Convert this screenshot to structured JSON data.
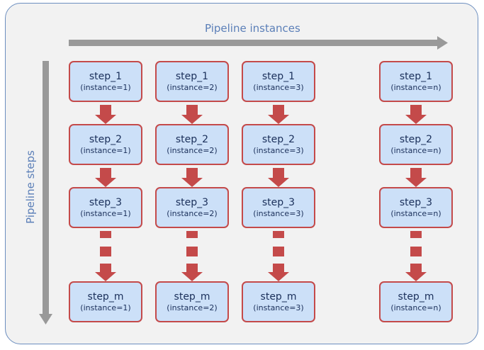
{
  "axes": {
    "x_label": "Pipeline instances",
    "y_label": "Pipeline steps"
  },
  "colors": {
    "frame_fill": "#f2f2f2",
    "frame_border": "#6c8ebf",
    "box_fill": "#cce0f8",
    "box_border": "#c44a4a",
    "arrow": "#c44a4a",
    "axis_arrow": "#999999",
    "axis_text": "#5b7fb8"
  },
  "columns": [
    {
      "steps": [
        {
          "name": "step_1",
          "instance": "(instance=1)"
        },
        {
          "name": "step_2",
          "instance": "(instance=1)"
        },
        {
          "name": "step_3",
          "instance": "(instance=1)"
        },
        {
          "name": "step_m",
          "instance": "(instance=1)"
        }
      ]
    },
    {
      "steps": [
        {
          "name": "step_1",
          "instance": "(instance=2)"
        },
        {
          "name": "step_2",
          "instance": "(instance=2)"
        },
        {
          "name": "step_3",
          "instance": "(instance=2)"
        },
        {
          "name": "step_m",
          "instance": "(instance=2)"
        }
      ]
    },
    {
      "steps": [
        {
          "name": "step_1",
          "instance": "(instance=3)"
        },
        {
          "name": "step_2",
          "instance": "(instance=3)"
        },
        {
          "name": "step_3",
          "instance": "(instance=3)"
        },
        {
          "name": "step_m",
          "instance": "(instance=3)"
        }
      ]
    },
    {
      "steps": [
        {
          "name": "step_1",
          "instance": "(instance=n)"
        },
        {
          "name": "step_2",
          "instance": "(instance=n)"
        },
        {
          "name": "step_3",
          "instance": "(instance=n)"
        },
        {
          "name": "step_m",
          "instance": "(instance=n)"
        }
      ]
    }
  ]
}
